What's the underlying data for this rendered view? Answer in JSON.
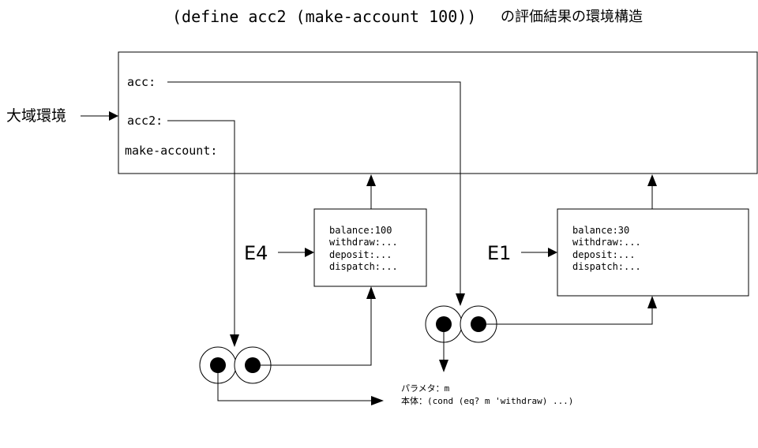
{
  "title": {
    "code": "(define acc2 (make-account 100))",
    "suffix": "の評価結果の環境構造"
  },
  "global_env": {
    "label": "大域環境",
    "bindings": [
      "acc:",
      "acc2:",
      "make-account:"
    ]
  },
  "frames": [
    {
      "label": "E4",
      "lines": [
        "balance:100",
        "withdraw:...",
        "deposit:...",
        "dispatch:..."
      ]
    },
    {
      "label": "E1",
      "lines": [
        "balance:30",
        "withdraw:...",
        "deposit:...",
        "dispatch:..."
      ]
    }
  ],
  "procedure": {
    "params": "パラメタ：m",
    "body": "本体：(cond (eq? m 'withdraw) ...)"
  }
}
